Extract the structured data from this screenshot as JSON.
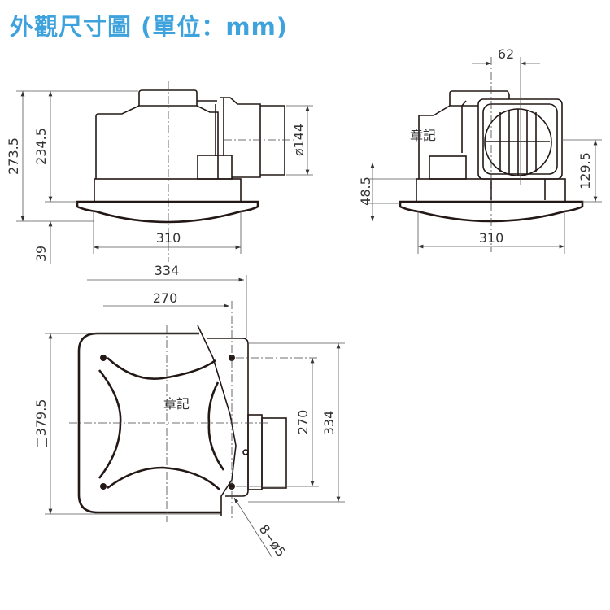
{
  "title": "外觀尺寸圖 (單位：mm)",
  "front_view": {
    "height_total": "273.5",
    "height_body": "234.5",
    "grille_depth": "39",
    "width": "310",
    "duct_diameter": "ø144"
  },
  "side_view": {
    "duct_offset": "62",
    "mark": "章記",
    "flange_height": "48.5",
    "duct_center_height": "129.5",
    "width": "310"
  },
  "top_view": {
    "outer_width": "334",
    "hole_pitch_width": "270",
    "panel_size": "□379.5",
    "mark": "章記",
    "hole_pitch_height": "270",
    "outer_height": "334",
    "holes": "8−ø5"
  },
  "colors": {
    "title": "#3ea2dc",
    "line": "#231815"
  }
}
